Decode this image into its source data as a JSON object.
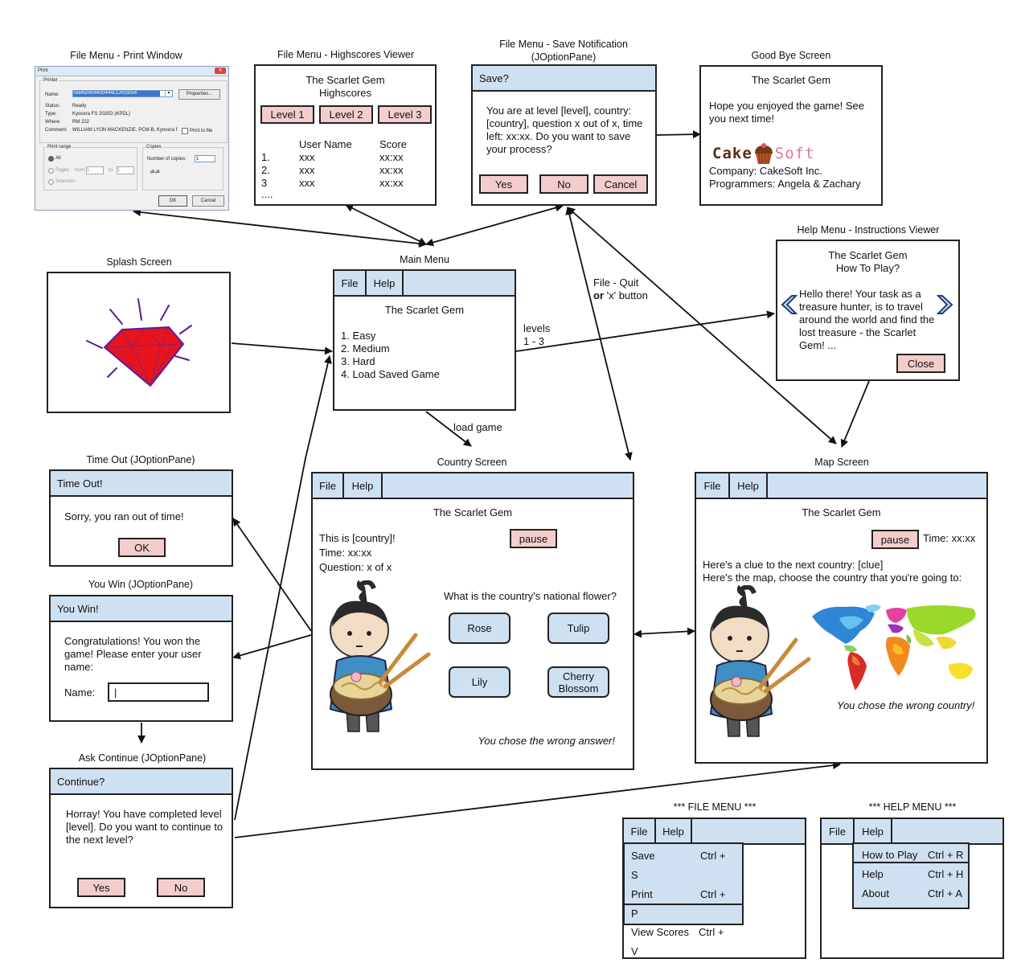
{
  "app": {
    "title": "The Scarlet Gem"
  },
  "captions": {
    "print": "File Menu - Print Window",
    "highscores": "File Menu - Highscores Viewer",
    "save1": "File Menu - Save Notification",
    "save2": "(JOptionPane)",
    "goodbye": "Good Bye Screen",
    "instructions": "Help Menu - Instructions Viewer",
    "splash": "Splash Screen",
    "main": "Main Menu",
    "timeout": "Time Out (JOptionPane)",
    "youwin": "You Win (JOptionPane)",
    "continue": "Ask Continue (JOptionPane)",
    "country": "Country Screen",
    "map": "Map Screen",
    "filemenu": "*** FILE MENU ***",
    "helpmenu": "*** HELP MENU ***"
  },
  "arrow_labels": {
    "levels1": "levels",
    "levels2": "1 - 3",
    "load": "load game",
    "quit1": "File - Quit",
    "quit_or": "or",
    "quit2": " 'x' button"
  },
  "menus": {
    "file": "File",
    "help": "Help"
  },
  "print_window": {
    "title": "Print",
    "printer_group": "Printer",
    "name_label": "Name:",
    "name_value": "\\\\s64smt044\\t0444CLASS054",
    "properties": "Properties...",
    "status_label": "Status:",
    "status_value": "Ready",
    "type_label": "Type:",
    "type_value": "Kyocera FS 2020D (KPDL)",
    "where_label": "Where:",
    "where_value": "RM 222",
    "comment_label": "Comment:",
    "comment_value": "WILLIAM LYON MACKENZIE, PCM-B, Kyocera f",
    "print_to_file": "Print to file",
    "range_group": "Print range",
    "all": "All",
    "pages": "Pages",
    "from": "from:",
    "from_value": "1",
    "to": "to:",
    "to_value": "1",
    "selection": "Selection",
    "copies_group": "Copies",
    "copies_label": "Number of copies:",
    "copies_value": "1",
    "ok": "OK",
    "cancel": "Cancel"
  },
  "highscores": {
    "title": "The Scarlet Gem",
    "subtitle": "Highscores",
    "levels": [
      "Level 1",
      "Level 2",
      "Level 3"
    ],
    "col_user": "User Name",
    "col_score": "Score",
    "rows": [
      {
        "n": "1.",
        "user": "xxx",
        "score": "xx:xx"
      },
      {
        "n": "2.",
        "user": "xxx",
        "score": "xx:xx"
      },
      {
        "n": "3",
        "user": "xxx",
        "score": "xx:xx"
      }
    ],
    "more": "...."
  },
  "save_dialog": {
    "title": "Save?",
    "message": "You are at level [level], country: [country], question x out of x, time left: xx:xx. Do you want to save your process?",
    "yes": "Yes",
    "no": "No",
    "cancel": "Cancel"
  },
  "goodbye": {
    "title": "The Scarlet Gem",
    "message": "Hope you enjoyed the game! See you next time!",
    "logo_left": "Cake",
    "logo_right": "Soft",
    "company": "Company: CakeSoft Inc.",
    "programmers": "Programmers: Angela & Zachary"
  },
  "instructions": {
    "title": "The Scarlet Gem",
    "subtitle": "How To Play?",
    "body": "Hello there! Your task as a treasure hunter, is to travel around the world and find the lost treasure - the Scarlet Gem! ...",
    "close": "Close"
  },
  "main_menu": {
    "title": "The Scarlet Gem",
    "options": [
      "1. Easy",
      "2. Medium",
      "3. Hard",
      "4. Load Saved Game"
    ]
  },
  "timeout": {
    "title": "Time Out!",
    "message": "Sorry, you ran out of time!",
    "ok": "OK"
  },
  "youwin": {
    "title": "You Win!",
    "message": "Congratulations! You won the game! Please enter your user name:",
    "name_label": "Name:",
    "name_value": "|"
  },
  "continue_dialog": {
    "title": "Continue?",
    "message": "Horray! You have completed level [level]. Do you want to continue to the next level?",
    "yes": "Yes",
    "no": "No"
  },
  "country_screen": {
    "title": "The Scarlet Gem",
    "country_line": "This is [country]!",
    "time_line": "Time: xx:xx",
    "question_line": "Question: x of x",
    "pause": "pause",
    "question": "What is the country's national flower?",
    "answers": [
      "Rose",
      "Tulip",
      "Lily",
      "Cherry Blossom"
    ],
    "feedback": "You chose the wrong answer!"
  },
  "map_screen": {
    "title": "The Scarlet Gem",
    "pause": "pause",
    "time": "Time: xx:xx",
    "clue": "Here's a clue to the next country: [clue]",
    "instruction": "Here's the map, choose the country that you're going to:",
    "feedback": "You chose the wrong country!"
  },
  "file_menu_demo": {
    "items": [
      {
        "label": "Save",
        "shortcut": "Ctrl +",
        "wrap": "S"
      },
      {
        "label": "Print",
        "shortcut": "Ctrl +",
        "wrap": "P"
      },
      {
        "label": "View Scores",
        "shortcut": "Ctrl +",
        "wrap": "V"
      }
    ]
  },
  "help_menu_demo": {
    "items": [
      {
        "label": "How to Play",
        "shortcut": "Ctrl + R"
      },
      {
        "label": "Help",
        "shortcut": "Ctrl + H"
      },
      {
        "label": "About",
        "shortcut": "Ctrl + A"
      }
    ]
  },
  "colors": {
    "bar": "#cfe0f1",
    "button_pink": "#f3cdcd",
    "gem_red": "#e8141c",
    "gem_outline": "#5a1aa0",
    "logo_brown": "#5a2e12",
    "logo_pink": "#e07896"
  }
}
